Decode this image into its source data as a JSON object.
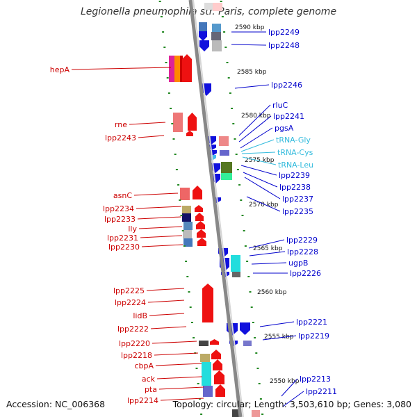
{
  "title": "Legionella pneumophila str. Paris, complete genome",
  "accession": "Accession: NC_006368",
  "summary": "Topology: circular; Length: 3,503,610 bp; Genes: 3,080",
  "colors": {
    "left_labels": "#cc0000",
    "right_labels": "#0000cc",
    "trna_labels": "#33bbdd",
    "backbone": "#888888",
    "ticks": "#228822"
  },
  "kbp_labels": [
    "2590 kbp",
    "2585 kbp",
    "2580 kbp",
    "2575 kbp",
    "2570 kbp",
    "2565 kbp",
    "2560 kbp",
    "2555 kbp",
    "2550 kbp"
  ],
  "left_labels": [
    "hepA",
    "rne",
    "lpp2243",
    "asnC",
    "lpp2234",
    "lpp2233",
    "lly",
    "lpp2231",
    "lpp2230",
    "lpp2225",
    "lpp2224",
    "lidB",
    "lpp2222",
    "lpp2220",
    "lpp2218",
    "cbpA",
    "ack",
    "pta",
    "lpp2214"
  ],
  "right_labels": [
    "lpp2249",
    "lpp2248",
    "lpp2246",
    "rluC",
    "lpp2241",
    "pgsA",
    "tRNA-Gly",
    "tRNA-Cys",
    "tRNA-Leu",
    "lpp2239",
    "lpp2238",
    "lpp2237",
    "lpp2235",
    "lpp2229",
    "lpp2228",
    "ugpB",
    "lpp2226",
    "lpp2221",
    "lpp2219",
    "lpp2213",
    "lpp2211"
  ],
  "trna_labels": [
    "tRNA-Gly",
    "tRNA-Cys",
    "tRNA-Leu"
  ]
}
